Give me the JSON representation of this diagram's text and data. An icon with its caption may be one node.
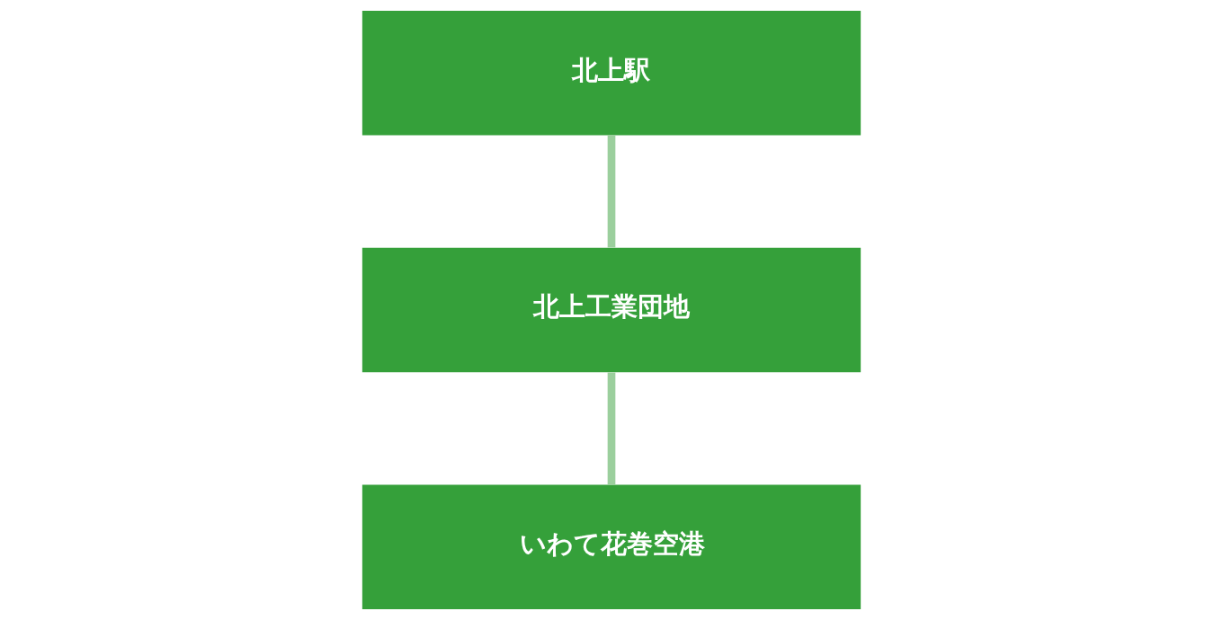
{
  "diagram": {
    "nodes": [
      {
        "text": [
          "北上駅"
        ]
      },
      {
        "text": [
          "北上工業団地"
        ]
      },
      {
        "text": [
          "いわて花巻空港"
        ]
      }
    ],
    "edges": [
      {
        "from": 0,
        "to": 1,
        "arrow": "none"
      },
      {
        "from": 1,
        "to": 2,
        "arrow": "none"
      }
    ]
  }
}
